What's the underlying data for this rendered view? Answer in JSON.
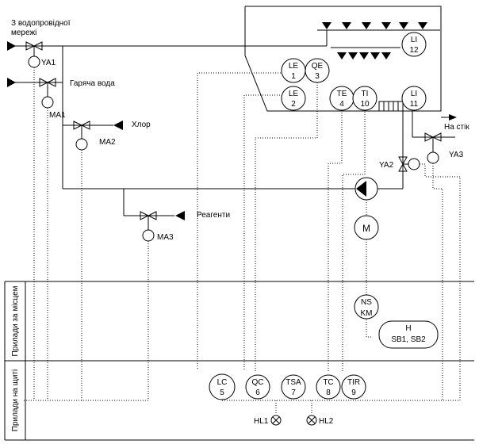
{
  "labels": {
    "water_main_1": "З водопровідної",
    "water_main_2": "мережі",
    "hot_water": "Гаряча вода",
    "chlorine": "Хлор",
    "reagents": "Реагенти",
    "to_drain": "На стік"
  },
  "valves": {
    "ya1": "YA1",
    "ya2": "YA2",
    "ya3": "YA3",
    "ma1": "MA1",
    "ma2": "MA2",
    "ma3": "MA3"
  },
  "instruments": {
    "le1": {
      "tag": "LE",
      "num": "1"
    },
    "qe3": {
      "tag": "QE",
      "num": "3"
    },
    "le2": {
      "tag": "LE",
      "num": "2"
    },
    "te4": {
      "tag": "TE",
      "num": "4"
    },
    "ti10": {
      "tag": "TI",
      "num": "10"
    },
    "li11": {
      "tag": "LI",
      "num": "11"
    },
    "li12": {
      "tag": "LI",
      "num": "12"
    },
    "lc5": {
      "tag": "LC",
      "num": "5"
    },
    "qc6": {
      "tag": "QC",
      "num": "6"
    },
    "tsa7": {
      "tag": "TSA",
      "num": "7"
    },
    "tc8": {
      "tag": "TC",
      "num": "8"
    },
    "tir9": {
      "tag": "TIR",
      "num": "9"
    },
    "ns_km": {
      "tag": "NS",
      "num": "KM"
    }
  },
  "motor": "M",
  "switch_block": {
    "line1": "H",
    "line2": "SB1, SB2"
  },
  "lamps": {
    "hl1": "HL1",
    "hl2": "HL2"
  },
  "zones": {
    "local": "Прилади за місцем",
    "panel": "Прилади на щиті"
  }
}
